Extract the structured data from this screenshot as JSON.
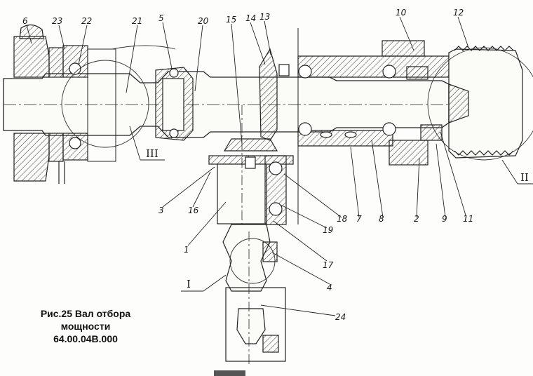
{
  "caption": {
    "line1": "Рис.25  Вал отбора",
    "line2": "мощности",
    "line3": "64.00.04В.000"
  },
  "labels": {
    "p1": "1",
    "p2": "2",
    "p3": "3",
    "p4": "4",
    "p5": "5",
    "p6": "6",
    "p7": "7",
    "p8": "8",
    "p9": "9",
    "p10": "10",
    "p11": "11",
    "p12": "12",
    "p13": "13",
    "p14": "14",
    "p15": "15",
    "p16": "16",
    "p17": "17",
    "p18": "18",
    "p19": "19",
    "p20": "20",
    "p21": "21",
    "p22": "22",
    "p23": "23",
    "p24": "24"
  },
  "views": {
    "v1": "I",
    "v2": "II",
    "v3": "III"
  }
}
